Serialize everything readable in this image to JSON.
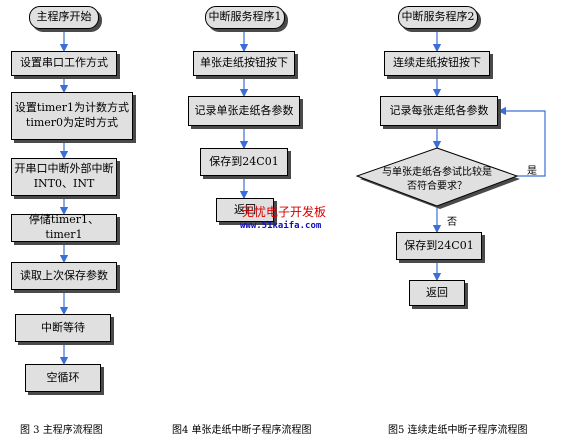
{
  "flow1": {
    "start": "主程序开始",
    "s1": "设置串口工作方式",
    "s2": "设置timer1为计数方式\ntimer0为定时方式",
    "s3": "开串口中断外部中断\nINT0、INT",
    "s4": "停储timer1、timer1",
    "s5": "读取上次保存参数",
    "s6": "中断等待",
    "s7": "空循环",
    "caption": "图 3 主程序流程图"
  },
  "flow2": {
    "start": "中断服务程序1",
    "s1": "单张走纸按钮按下",
    "s2": "记录单张走纸各参数",
    "s3": "保存到24C01",
    "s4": "返回",
    "caption": "图4 单张走纸中断子程序流程图"
  },
  "flow3": {
    "start": "中断服务程序2",
    "s1": "连续走纸按钮按下",
    "s2": "记录每张走纸各参数",
    "decision": "与单张走纸各参试比较是\n否符合要求？",
    "yes_label": "是",
    "no_label": "否",
    "s3": "保存到24C01",
    "s4": "返回",
    "caption": "图5 连续走纸中断子程序流程图"
  },
  "watermark": {
    "text": "无忧电子开发板",
    "url": "www.51kaifa.com"
  },
  "colors": {
    "node_fill": "#e0e0e0",
    "arrow": "#3a6fd8",
    "watermark_text": "#d80000",
    "watermark_url": "#1010c0"
  }
}
